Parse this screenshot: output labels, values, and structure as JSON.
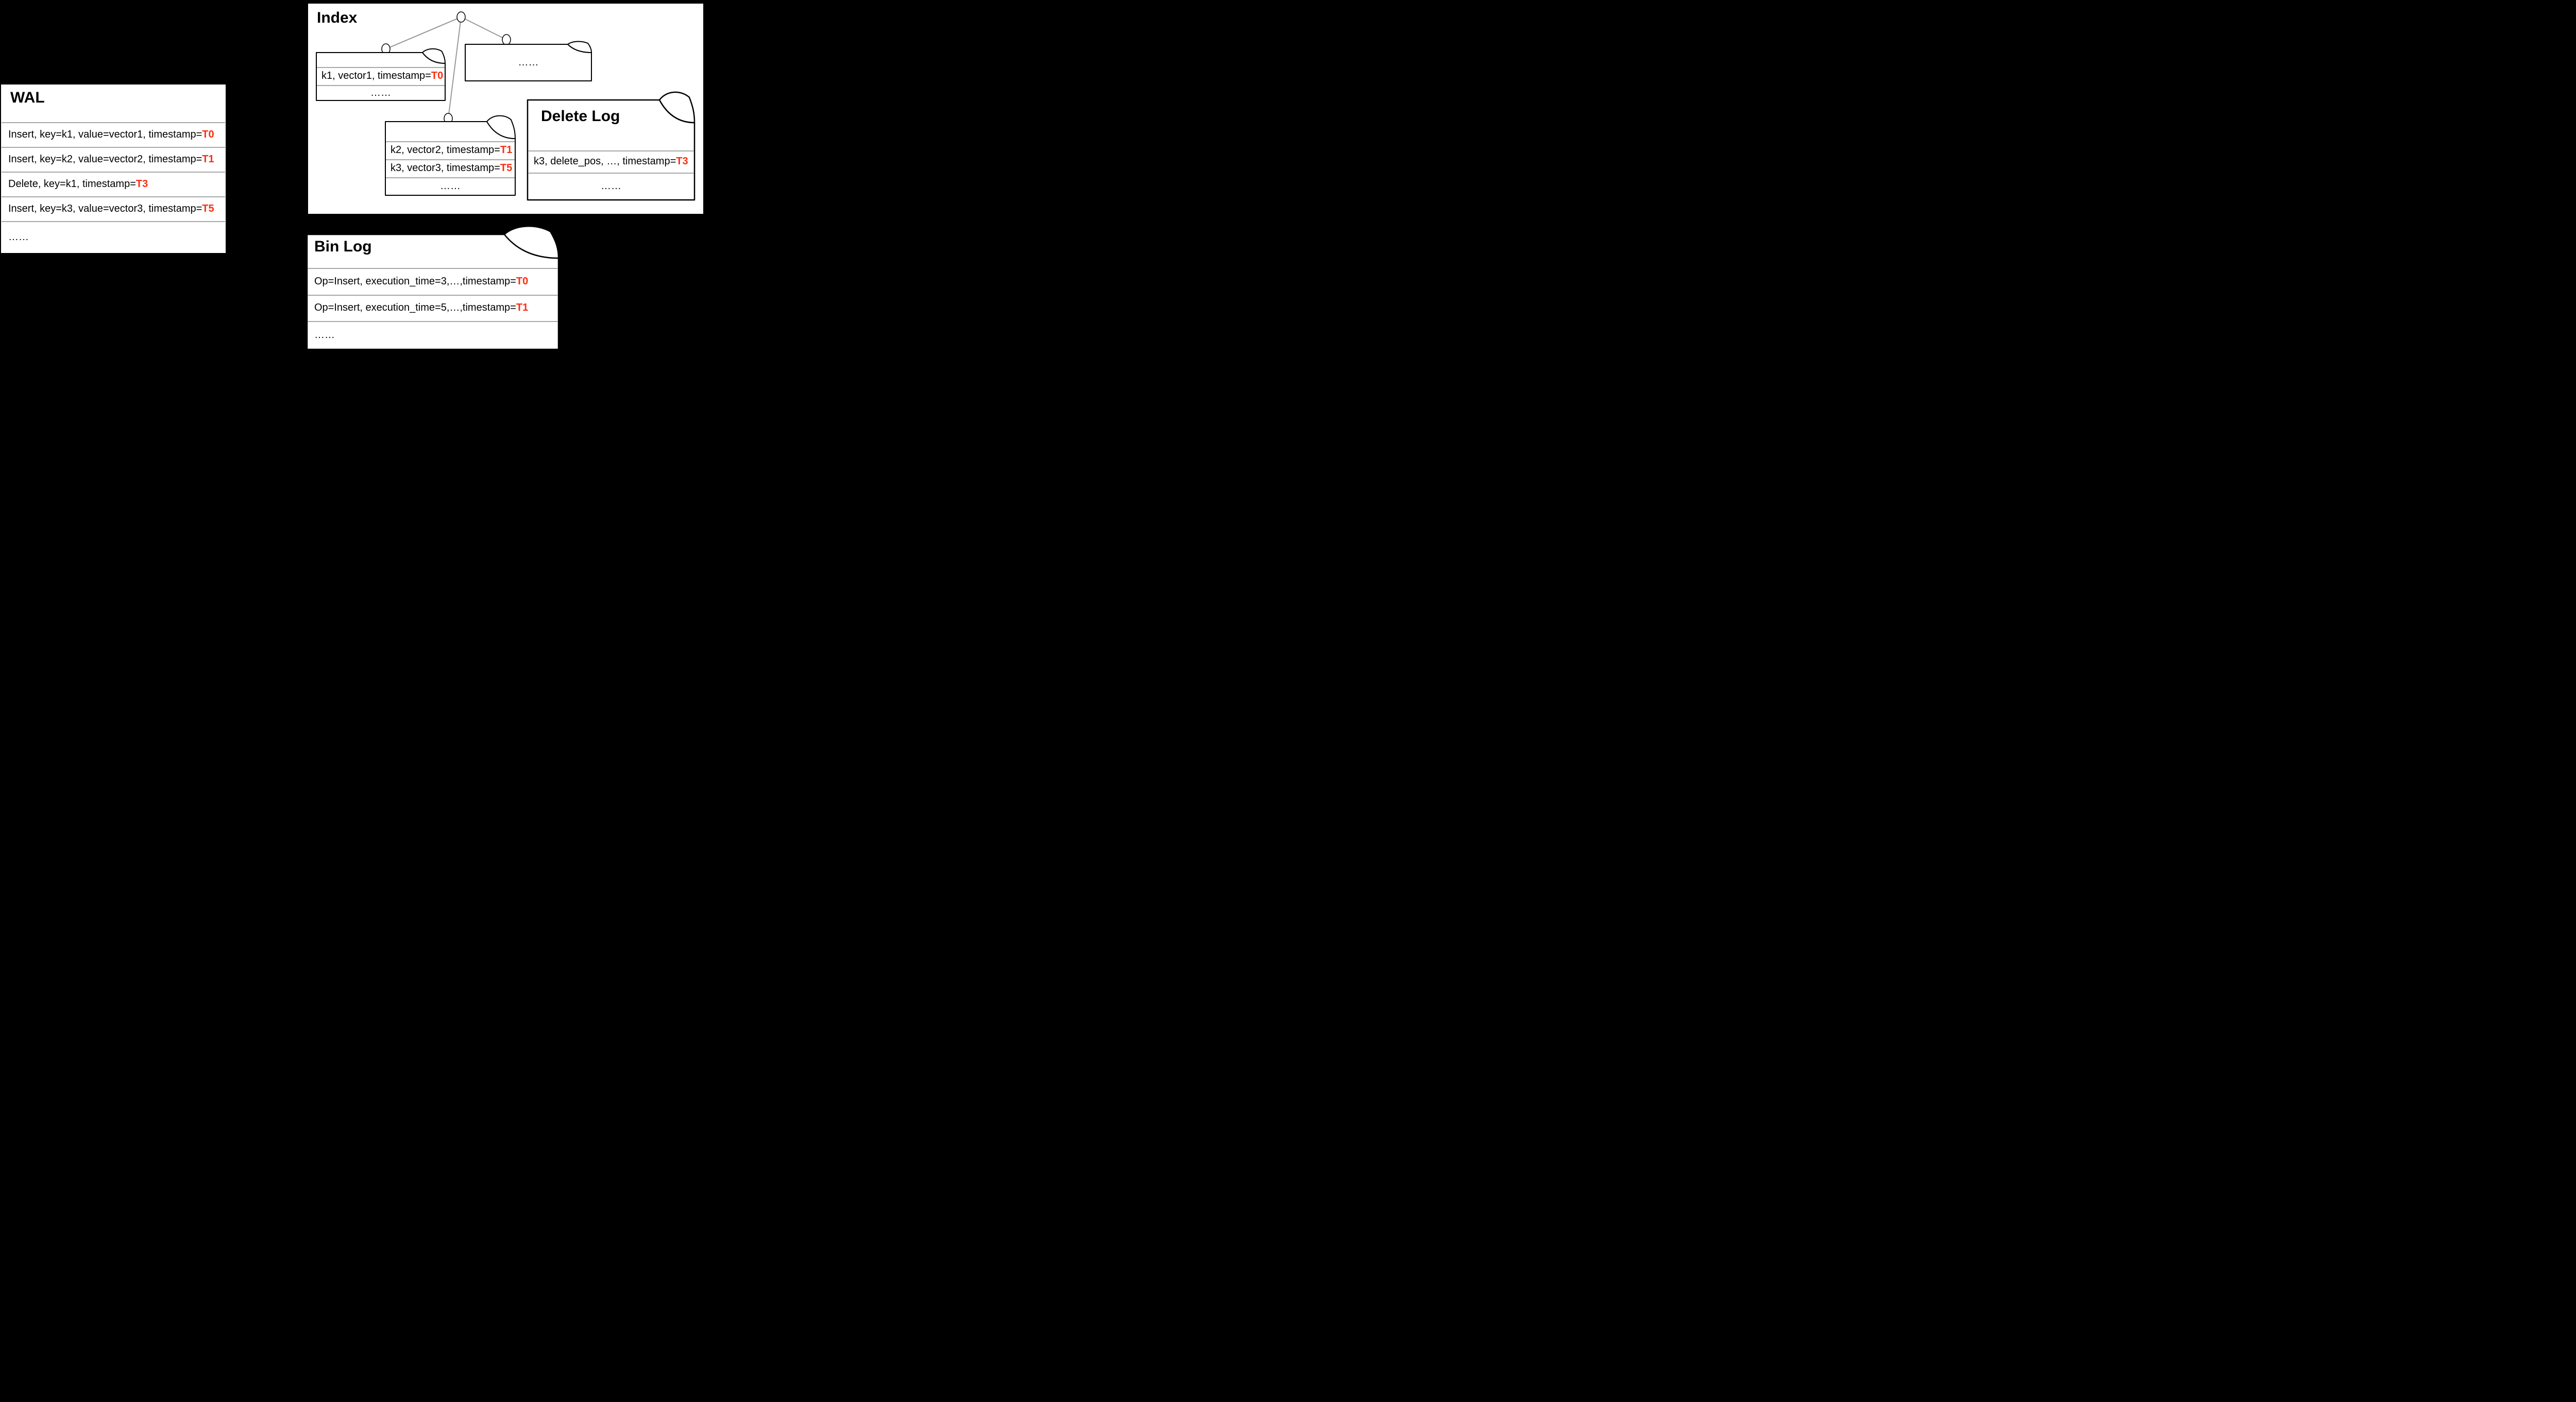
{
  "colors": {
    "background": "#000000",
    "panel": "#ffffff",
    "divider": "#a8a8a8",
    "tree_edge": "#999999",
    "highlight_red": "#fa2d0f",
    "text": "#000000"
  },
  "wal": {
    "title": "WAL",
    "rows": [
      {
        "text": "Insert, key=k1, value=vector1, timestamp=",
        "highlight": "T0"
      },
      {
        "text": "Insert, key=k2, value=vector2, timestamp=",
        "highlight": "T1"
      },
      {
        "text": "Delete, key=k1, timestamp=",
        "highlight": "T3"
      },
      {
        "text": "Insert, key=k3, value=vector3, timestamp=",
        "highlight": "T5"
      }
    ],
    "ellipsis": "……"
  },
  "index": {
    "title": "Index",
    "segment_k1": {
      "rows": [
        {
          "text": "k1, vector1, timestamp=",
          "highlight": "T0"
        }
      ],
      "ellipsis": "……"
    },
    "segment_more": {
      "ellipsis": "……"
    },
    "segment_k2k3": {
      "rows": [
        {
          "text": "k2, vector2, timestamp=",
          "highlight": "T1"
        },
        {
          "text": "k3, vector3, timestamp=",
          "highlight": "T5"
        }
      ],
      "ellipsis": "……"
    }
  },
  "delete_log": {
    "title": "Delete Log",
    "rows": [
      {
        "text": "k3, delete_pos, …, timestamp=",
        "highlight": "T3"
      }
    ],
    "ellipsis": "……"
  },
  "bin_log": {
    "title": "Bin Log",
    "rows": [
      {
        "text": "Op=Insert, execution_time=3,…,timestamp=",
        "highlight": "T0"
      },
      {
        "text": "Op=Insert, execution_time=5,…,timestamp=",
        "highlight": "T1"
      }
    ],
    "ellipsis": "……"
  }
}
